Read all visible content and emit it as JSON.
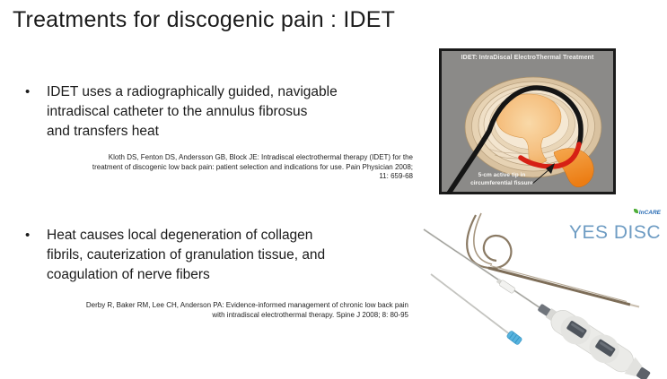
{
  "slide": {
    "title": "Treatments for discogenic pain : IDET",
    "bullet_char": "•"
  },
  "bullets": [
    {
      "text": "IDET uses a radiographically guided, navigable\nintradiscal catheter to the annulus fibrosus\nand transfers heat",
      "citation": "Kloth DS, Fenton DS, Andersson GB, Block JE: Intradiscal electrothermal therapy (IDET) for the\ntreatment of discogenic low back pain: patient selection and indications for use. Pain Physician 2008;\n11: 659-68"
    },
    {
      "text": "Heat causes local degeneration of collagen\nfibrils, cauterization of granulation tissue, and\ncoagulation of nerve fibers",
      "citation": "Derby R, Baker RM, Lee CH, Anderson PA: Evidence-informed management of chronic low back pain\nwith intradiscal electrothermal therapy. Spine J 2008; 8: 80-95"
    }
  ],
  "diagram": {
    "title": "IDET: IntraDiscal ElectroThermal Treatment",
    "label": "5-cm active tip in\ncircumferential fissure",
    "colors": {
      "background": "#8b8a88",
      "border": "#1a1a1a",
      "catheter": "#151515",
      "active_tip": "#d62014",
      "herniation": "#ec7d14",
      "annulus_outer": "#d9c2a0",
      "nucleus": "#f5be7d"
    }
  },
  "device": {
    "brand": "InCARE",
    "product": "YES DISC",
    "product_color": "#6e9cc3"
  }
}
